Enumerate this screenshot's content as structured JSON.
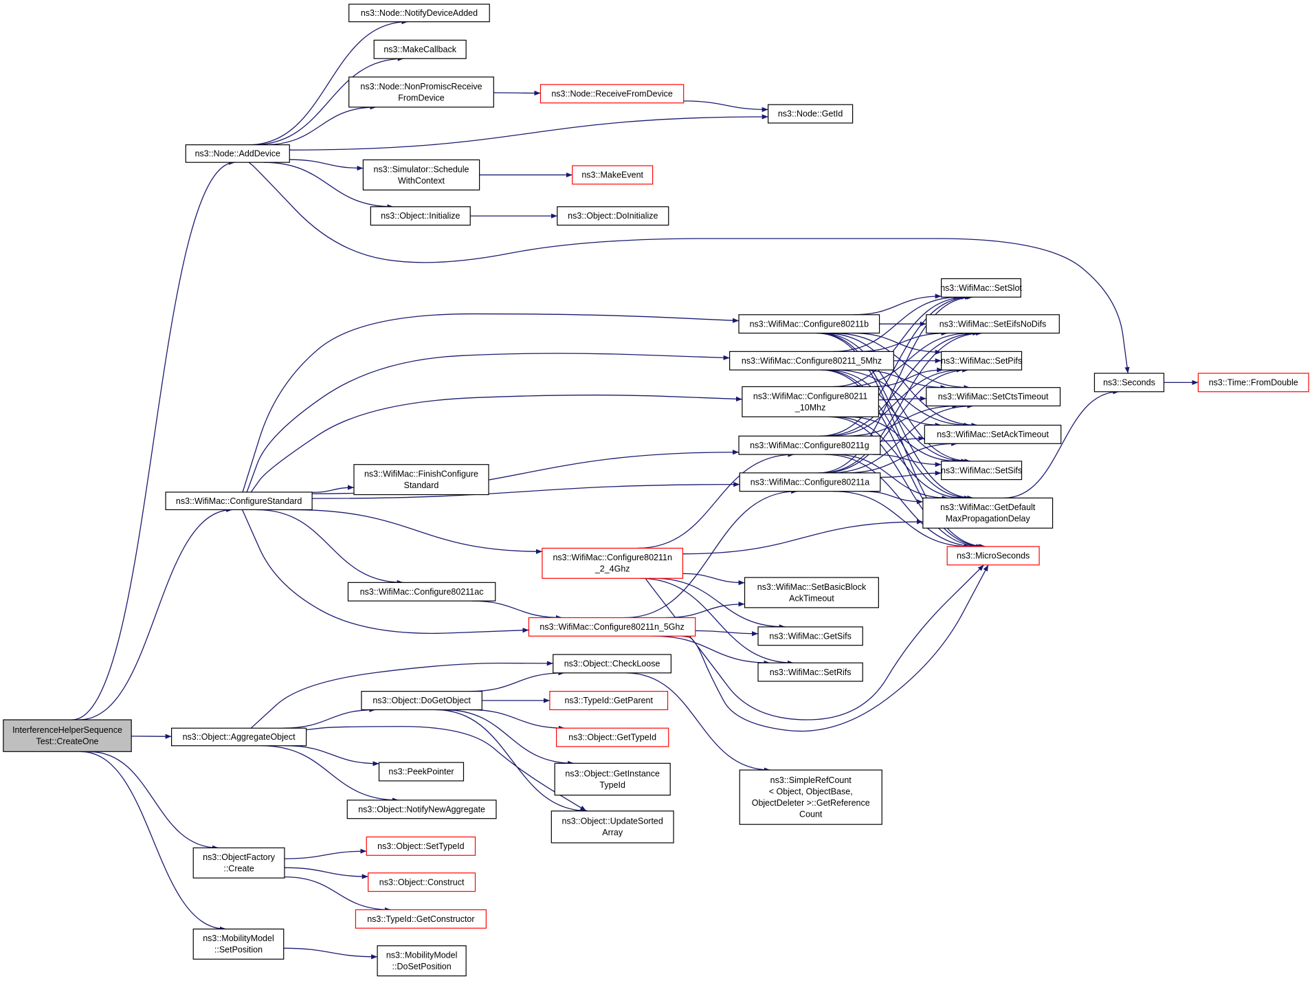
{
  "colors": {
    "edge": "#191970",
    "border": "#000000",
    "border_red": "#ff0000",
    "fill": "#ffffff",
    "fill_root": "#bfbfbf"
  },
  "nodes": [
    {
      "id": "root",
      "lines": [
        "InterferenceHelperSequence",
        "Test::CreateOne"
      ],
      "style": "root"
    },
    {
      "id": "adddevice",
      "lines": [
        "ns3::Node::AddDevice"
      ],
      "style": "normal"
    },
    {
      "id": "configurestandard",
      "lines": [
        "ns3::WifiMac::ConfigureStandard"
      ],
      "style": "normal"
    },
    {
      "id": "aggregateobject",
      "lines": [
        "ns3::Object::AggregateObject"
      ],
      "style": "normal"
    },
    {
      "id": "objectfactorycreate",
      "lines": [
        "ns3::ObjectFactory",
        "::Create"
      ],
      "style": "normal"
    },
    {
      "id": "setposition",
      "lines": [
        "ns3::MobilityModel",
        "::SetPosition"
      ],
      "style": "normal"
    },
    {
      "id": "notifydeviceadded",
      "lines": [
        "ns3::Node::NotifyDeviceAdded"
      ],
      "style": "normal"
    },
    {
      "id": "makecallback",
      "lines": [
        "ns3::MakeCallback"
      ],
      "style": "normal"
    },
    {
      "id": "nonpromisc",
      "lines": [
        "ns3::Node::NonPromiscReceive",
        "FromDevice"
      ],
      "style": "normal"
    },
    {
      "id": "receivefromdevice",
      "lines": [
        "ns3::Node::ReceiveFromDevice"
      ],
      "style": "red"
    },
    {
      "id": "getid",
      "lines": [
        "ns3::Node::GetId"
      ],
      "style": "normal"
    },
    {
      "id": "schedule",
      "lines": [
        "ns3::Simulator::Schedule",
        "WithContext"
      ],
      "style": "normal"
    },
    {
      "id": "makeevent",
      "lines": [
        "ns3::MakeEvent"
      ],
      "style": "red"
    },
    {
      "id": "initialize",
      "lines": [
        "ns3::Object::Initialize"
      ],
      "style": "normal"
    },
    {
      "id": "doinitialize",
      "lines": [
        "ns3::Object::DoInitialize"
      ],
      "style": "normal"
    },
    {
      "id": "seconds",
      "lines": [
        "ns3::Seconds"
      ],
      "style": "normal"
    },
    {
      "id": "fromdouble",
      "lines": [
        "ns3::Time::FromDouble"
      ],
      "style": "red"
    },
    {
      "id": "c80211b",
      "lines": [
        "ns3::WifiMac::Configure80211b"
      ],
      "style": "normal"
    },
    {
      "id": "c5mhz",
      "lines": [
        "ns3::WifiMac::Configure80211_5Mhz"
      ],
      "style": "normal"
    },
    {
      "id": "c10mhz",
      "lines": [
        "ns3::WifiMac::Configure80211",
        "_10Mhz"
      ],
      "style": "normal"
    },
    {
      "id": "c80211g",
      "lines": [
        "ns3::WifiMac::Configure80211g"
      ],
      "style": "normal"
    },
    {
      "id": "c80211a",
      "lines": [
        "ns3::WifiMac::Configure80211a"
      ],
      "style": "normal"
    },
    {
      "id": "finishconfigure",
      "lines": [
        "ns3::WifiMac::FinishConfigure",
        "Standard"
      ],
      "style": "normal"
    },
    {
      "id": "c24ghz",
      "lines": [
        "ns3::WifiMac::Configure80211n",
        "_2_4Ghz"
      ],
      "style": "red"
    },
    {
      "id": "c80211ac",
      "lines": [
        "ns3::WifiMac::Configure80211ac"
      ],
      "style": "normal"
    },
    {
      "id": "c5ghz",
      "lines": [
        "ns3::WifiMac::Configure80211n_5Ghz"
      ],
      "style": "red"
    },
    {
      "id": "setslot",
      "lines": [
        "ns3::WifiMac::SetSlot"
      ],
      "style": "normal"
    },
    {
      "id": "seteifs",
      "lines": [
        "ns3::WifiMac::SetEifsNoDifs"
      ],
      "style": "normal"
    },
    {
      "id": "setpifs",
      "lines": [
        "ns3::WifiMac::SetPifs"
      ],
      "style": "normal"
    },
    {
      "id": "setcts",
      "lines": [
        "ns3::WifiMac::SetCtsTimeout"
      ],
      "style": "normal"
    },
    {
      "id": "setack",
      "lines": [
        "ns3::WifiMac::SetAckTimeout"
      ],
      "style": "normal"
    },
    {
      "id": "setsifs",
      "lines": [
        "ns3::WifiMac::SetSifs"
      ],
      "style": "normal"
    },
    {
      "id": "getdefault",
      "lines": [
        "ns3::WifiMac::GetDefault",
        "MaxPropagationDelay"
      ],
      "style": "normal"
    },
    {
      "id": "microseconds",
      "lines": [
        "ns3::MicroSeconds"
      ],
      "style": "red"
    },
    {
      "id": "setbasicblock",
      "lines": [
        "ns3::WifiMac::SetBasicBlock",
        "AckTimeout"
      ],
      "style": "normal"
    },
    {
      "id": "getsifs",
      "lines": [
        "ns3::WifiMac::GetSifs"
      ],
      "style": "normal"
    },
    {
      "id": "setrifs",
      "lines": [
        "ns3::WifiMac::SetRifs"
      ],
      "style": "normal"
    },
    {
      "id": "checkloose",
      "lines": [
        "ns3::Object::CheckLoose"
      ],
      "style": "normal"
    },
    {
      "id": "dogetobject",
      "lines": [
        "ns3::Object::DoGetObject"
      ],
      "style": "normal"
    },
    {
      "id": "getparent",
      "lines": [
        "ns3::TypeId::GetParent"
      ],
      "style": "red"
    },
    {
      "id": "gettypeid",
      "lines": [
        "ns3::Object::GetTypeId"
      ],
      "style": "red"
    },
    {
      "id": "getinstancetypeid",
      "lines": [
        "ns3::Object::GetInstance",
        "TypeId"
      ],
      "style": "normal"
    },
    {
      "id": "updatesorted",
      "lines": [
        "ns3::Object::UpdateSorted",
        "Array"
      ],
      "style": "normal"
    },
    {
      "id": "peekpointer",
      "lines": [
        "ns3::PeekPointer"
      ],
      "style": "normal"
    },
    {
      "id": "notifynewaggregate",
      "lines": [
        "ns3::Object::NotifyNewAggregate"
      ],
      "style": "normal"
    },
    {
      "id": "simplerefcount",
      "lines": [
        "ns3::SimpleRefCount",
        "< Object, ObjectBase,",
        "ObjectDeleter >::GetReference",
        "Count"
      ],
      "style": "normal"
    },
    {
      "id": "settypeid",
      "lines": [
        "ns3::Object::SetTypeId"
      ],
      "style": "red"
    },
    {
      "id": "construct",
      "lines": [
        "ns3::Object::Construct"
      ],
      "style": "red"
    },
    {
      "id": "getconstructor",
      "lines": [
        "ns3::TypeId::GetConstructor"
      ],
      "style": "red"
    },
    {
      "id": "dosetposition",
      "lines": [
        "ns3::MobilityModel",
        "::DoSetPosition"
      ],
      "style": "normal"
    }
  ],
  "edges": [
    [
      "root",
      "adddevice"
    ],
    [
      "root",
      "configurestandard"
    ],
    [
      "root",
      "aggregateobject"
    ],
    [
      "root",
      "objectfactorycreate"
    ],
    [
      "root",
      "setposition"
    ],
    [
      "adddevice",
      "notifydeviceadded"
    ],
    [
      "adddevice",
      "makecallback"
    ],
    [
      "adddevice",
      "nonpromisc"
    ],
    [
      "adddevice",
      "getid"
    ],
    [
      "adddevice",
      "schedule"
    ],
    [
      "adddevice",
      "initialize"
    ],
    [
      "adddevice",
      "seconds"
    ],
    [
      "nonpromisc",
      "receivefromdevice"
    ],
    [
      "receivefromdevice",
      "getid"
    ],
    [
      "schedule",
      "makeevent"
    ],
    [
      "initialize",
      "doinitialize"
    ],
    [
      "seconds",
      "fromdouble"
    ],
    [
      "configurestandard",
      "c80211b"
    ],
    [
      "configurestandard",
      "c5mhz"
    ],
    [
      "configurestandard",
      "c10mhz"
    ],
    [
      "configurestandard",
      "c80211g"
    ],
    [
      "configurestandard",
      "finishconfigure"
    ],
    [
      "configurestandard",
      "c80211a"
    ],
    [
      "configurestandard",
      "c24ghz"
    ],
    [
      "configurestandard",
      "c80211ac"
    ],
    [
      "configurestandard",
      "c5ghz"
    ],
    [
      "c80211b",
      "setslot"
    ],
    [
      "c80211b",
      "seteifs"
    ],
    [
      "c80211b",
      "setpifs"
    ],
    [
      "c80211b",
      "setcts"
    ],
    [
      "c80211b",
      "setack"
    ],
    [
      "c80211b",
      "setsifs"
    ],
    [
      "c80211b",
      "getdefault"
    ],
    [
      "c80211b",
      "microseconds"
    ],
    [
      "c5mhz",
      "setslot"
    ],
    [
      "c5mhz",
      "seteifs"
    ],
    [
      "c5mhz",
      "setpifs"
    ],
    [
      "c5mhz",
      "setcts"
    ],
    [
      "c5mhz",
      "setack"
    ],
    [
      "c5mhz",
      "setsifs"
    ],
    [
      "c5mhz",
      "getdefault"
    ],
    [
      "c5mhz",
      "microseconds"
    ],
    [
      "c10mhz",
      "setslot"
    ],
    [
      "c10mhz",
      "seteifs"
    ],
    [
      "c10mhz",
      "setpifs"
    ],
    [
      "c10mhz",
      "setcts"
    ],
    [
      "c10mhz",
      "setack"
    ],
    [
      "c10mhz",
      "setsifs"
    ],
    [
      "c10mhz",
      "getdefault"
    ],
    [
      "c10mhz",
      "microseconds"
    ],
    [
      "c80211g",
      "setslot"
    ],
    [
      "c80211g",
      "seteifs"
    ],
    [
      "c80211g",
      "setpifs"
    ],
    [
      "c80211g",
      "setcts"
    ],
    [
      "c80211g",
      "setack"
    ],
    [
      "c80211g",
      "setsifs"
    ],
    [
      "c80211g",
      "getdefault"
    ],
    [
      "c80211g",
      "microseconds"
    ],
    [
      "c80211a",
      "setslot"
    ],
    [
      "c80211a",
      "seteifs"
    ],
    [
      "c80211a",
      "setpifs"
    ],
    [
      "c80211a",
      "setcts"
    ],
    [
      "c80211a",
      "setack"
    ],
    [
      "c80211a",
      "setsifs"
    ],
    [
      "c80211a",
      "getdefault"
    ],
    [
      "c80211a",
      "microseconds"
    ],
    [
      "getdefault",
      "seconds"
    ],
    [
      "c24ghz",
      "c80211g"
    ],
    [
      "c24ghz",
      "getdefault"
    ],
    [
      "c24ghz",
      "microseconds"
    ],
    [
      "c24ghz",
      "setbasicblock"
    ],
    [
      "c24ghz",
      "getsifs"
    ],
    [
      "c24ghz",
      "setrifs"
    ],
    [
      "c80211ac",
      "c5ghz"
    ],
    [
      "c5ghz",
      "c80211a"
    ],
    [
      "c5ghz",
      "setbasicblock"
    ],
    [
      "c5ghz",
      "getsifs"
    ],
    [
      "c5ghz",
      "setrifs"
    ],
    [
      "c5ghz",
      "microseconds"
    ],
    [
      "aggregateobject",
      "checkloose"
    ],
    [
      "aggregateobject",
      "dogetobject"
    ],
    [
      "aggregateobject",
      "updatesorted"
    ],
    [
      "aggregateobject",
      "peekpointer"
    ],
    [
      "aggregateobject",
      "notifynewaggregate"
    ],
    [
      "checkloose",
      "simplerefcount"
    ],
    [
      "dogetobject",
      "checkloose"
    ],
    [
      "dogetobject",
      "getparent"
    ],
    [
      "dogetobject",
      "gettypeid"
    ],
    [
      "dogetobject",
      "getinstancetypeid"
    ],
    [
      "dogetobject",
      "updatesorted"
    ],
    [
      "objectfactorycreate",
      "settypeid"
    ],
    [
      "objectfactorycreate",
      "construct"
    ],
    [
      "objectfactorycreate",
      "getconstructor"
    ],
    [
      "setposition",
      "dosetposition"
    ]
  ]
}
